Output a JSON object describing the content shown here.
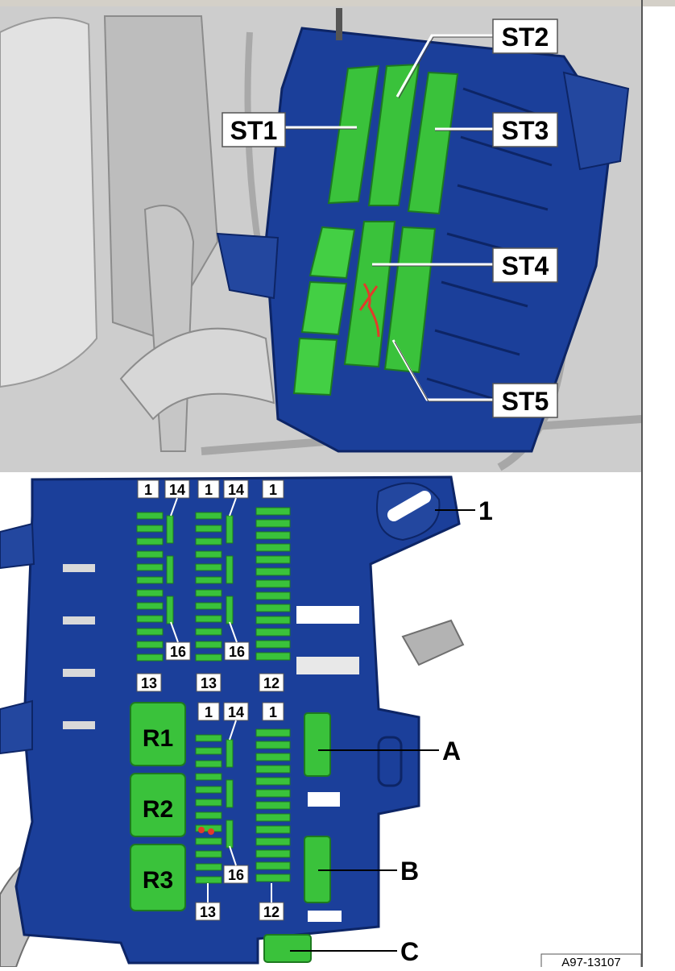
{
  "top_view": {
    "callouts": [
      {
        "label": "ST1"
      },
      {
        "label": "ST2"
      },
      {
        "label": "ST3"
      },
      {
        "label": "ST4"
      },
      {
        "label": "ST5"
      }
    ]
  },
  "bottom_view": {
    "item_label": "1",
    "relays": [
      {
        "label": "R1"
      },
      {
        "label": "R2"
      },
      {
        "label": "R3"
      }
    ],
    "side_labels": [
      "A",
      "B",
      "C"
    ],
    "upper_pin_labels": [
      "1",
      "14",
      "1",
      "14",
      "1",
      "16",
      "16",
      "13",
      "13",
      "12"
    ],
    "lower_pin_labels": [
      "1",
      "14",
      "1",
      "16",
      "13",
      "12"
    ]
  },
  "figure_id": "A97-13107",
  "colors": {
    "housing_blue": "#1b3f9a",
    "fuse_green": "#39c43a",
    "photo_gray": "#cfcfcf",
    "annotation_red": "#e23b2a"
  }
}
